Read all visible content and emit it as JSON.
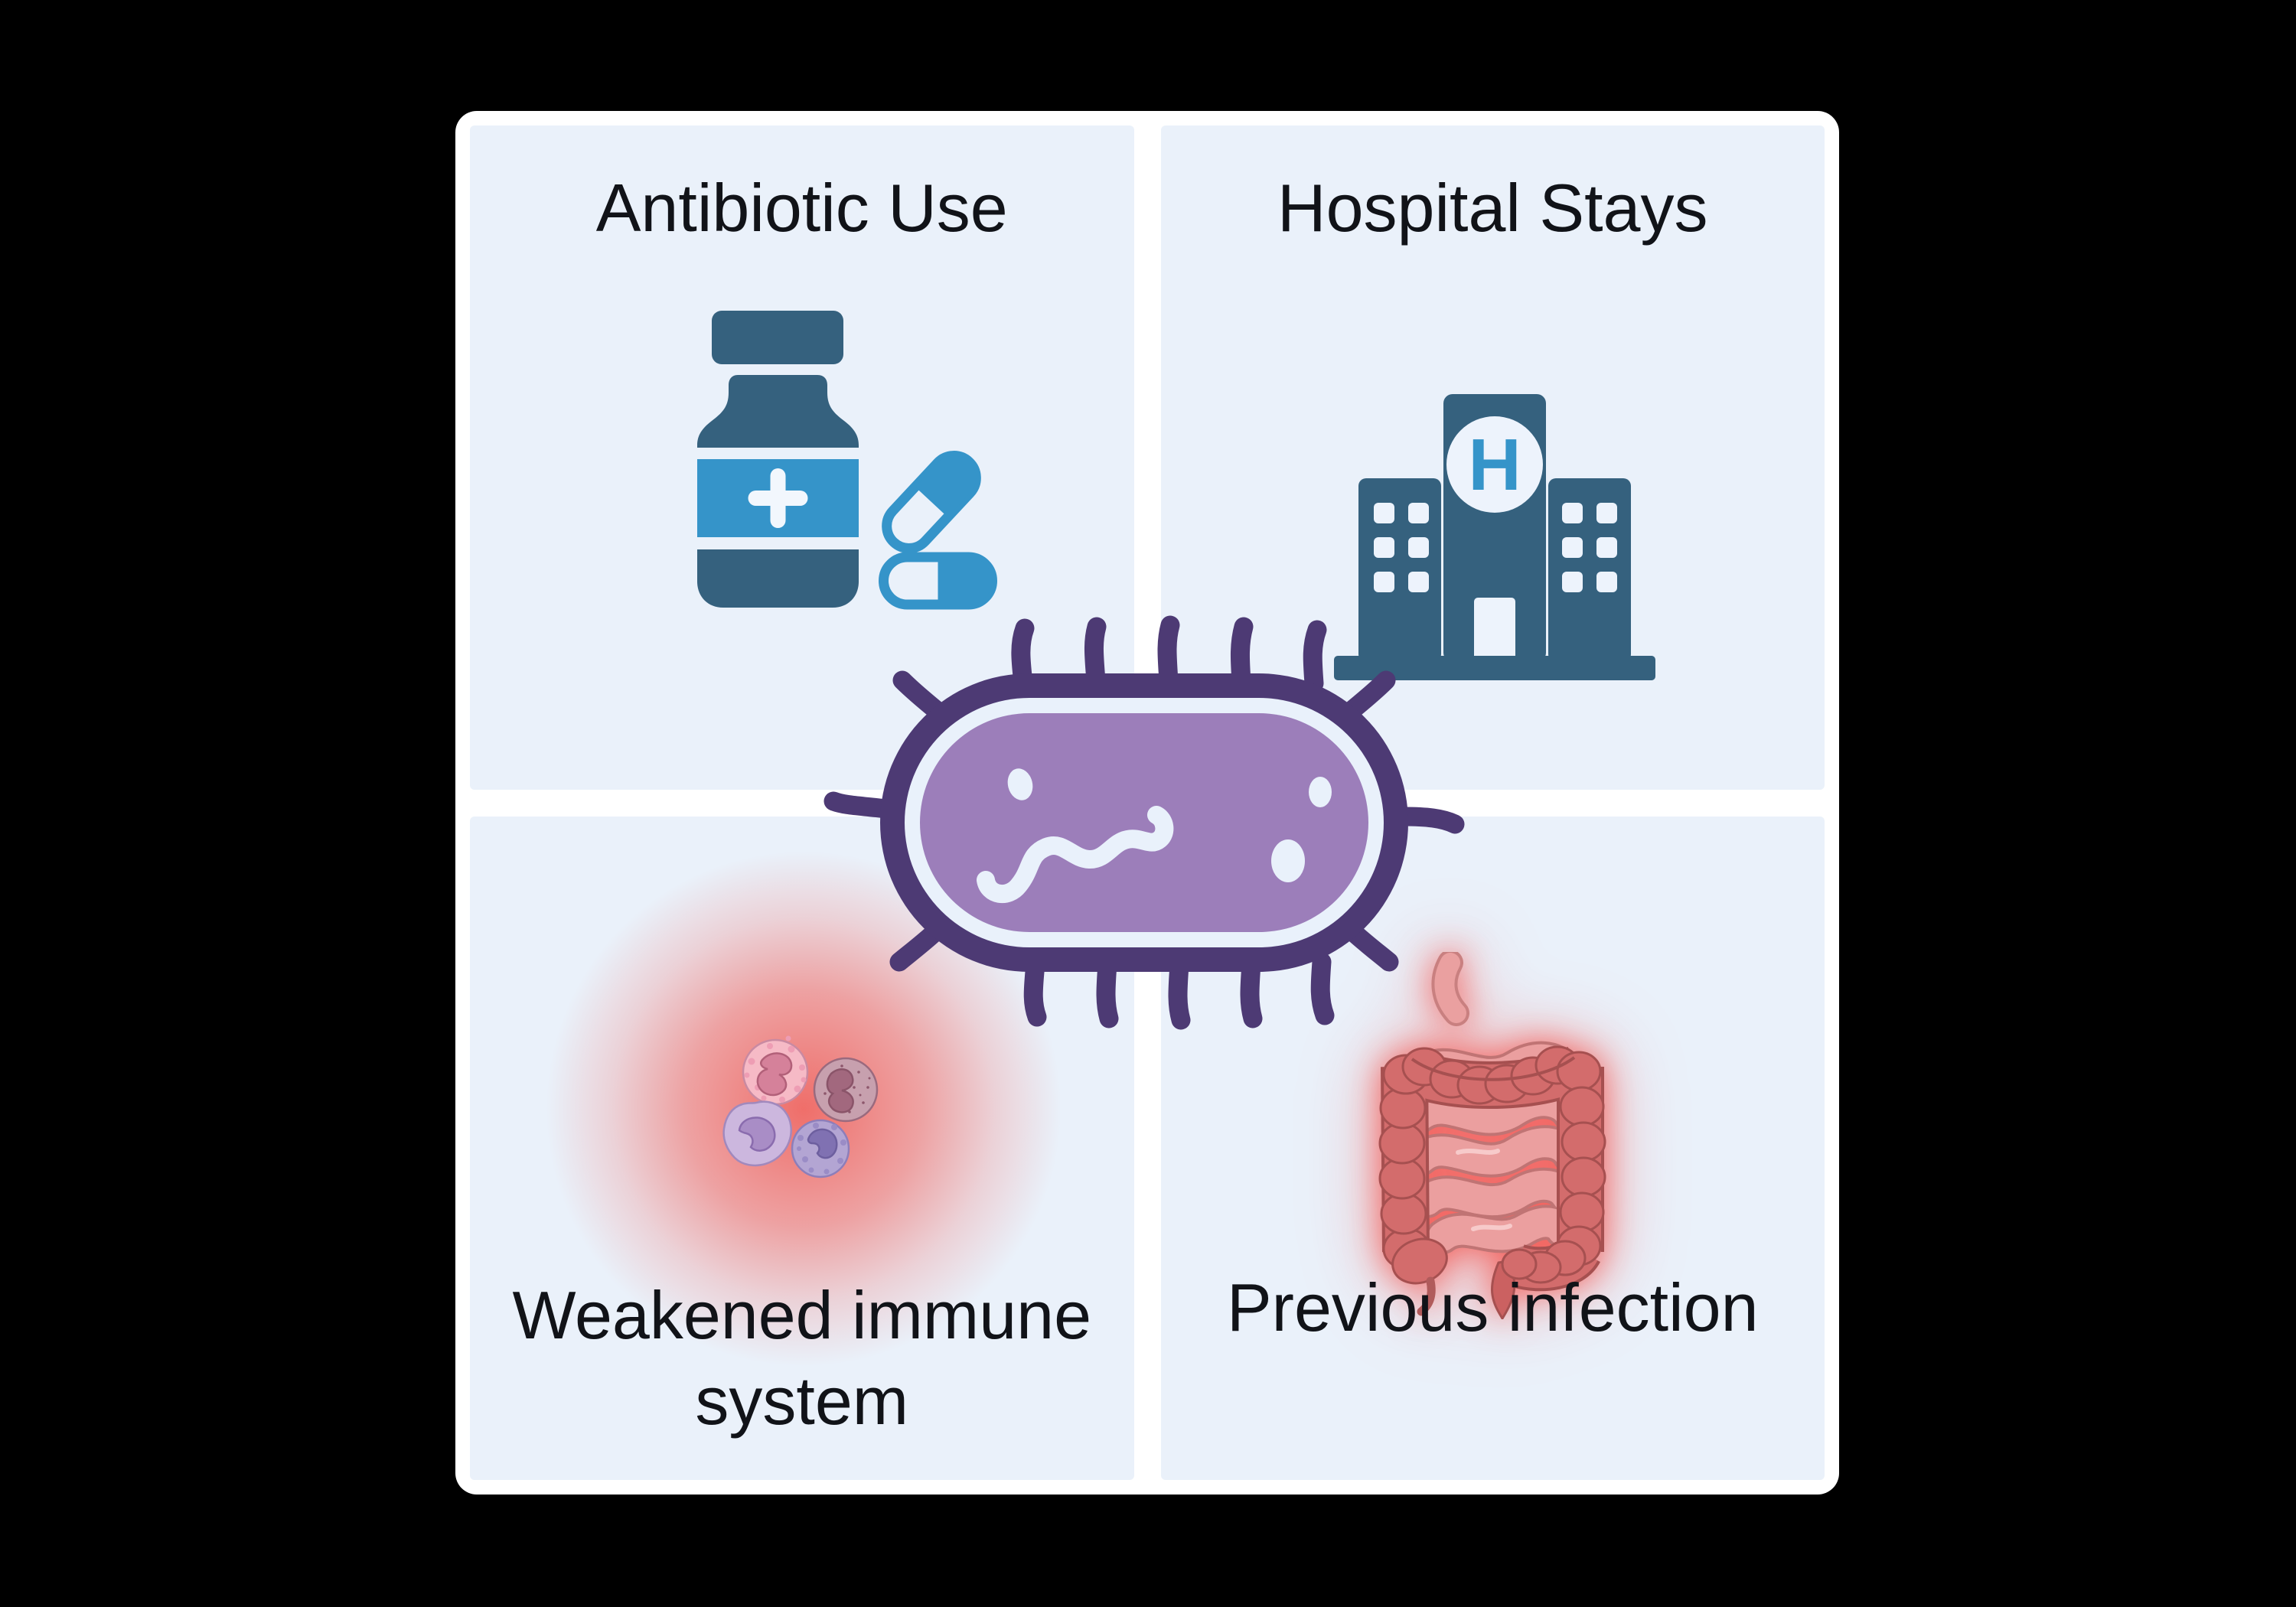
{
  "page": {
    "background_color": "#000000",
    "card_color": "#ffffff",
    "panel_color": "#eaf1fa",
    "title_color": "#111318"
  },
  "colors": {
    "dark_teal": "#35617e",
    "light_blue": "#3594c9",
    "bacterium_outline": "#4d3a74",
    "bacterium_body": "#9c7eba",
    "glow_red": "#f0605a",
    "colon_dark": "#d36c6c",
    "colon_outline": "#a65050",
    "small_intestine": "#eb9f9f"
  },
  "quadrants": [
    {
      "id": "antibiotic-use",
      "label": "Antibiotic Use",
      "icon": "medicine-bottle-capsules-icon"
    },
    {
      "id": "hospital-stays",
      "label": "Hospital Stays",
      "icon": "hospital-building-icon",
      "badge_letter": "H"
    },
    {
      "id": "weakened-immune-system",
      "label": "Weakened immune system",
      "icon": "white-blood-cells-icon"
    },
    {
      "id": "previous-infection",
      "label": "Previous infection",
      "icon": "intestines-icon"
    }
  ],
  "center": {
    "icon": "bacterium-icon"
  }
}
